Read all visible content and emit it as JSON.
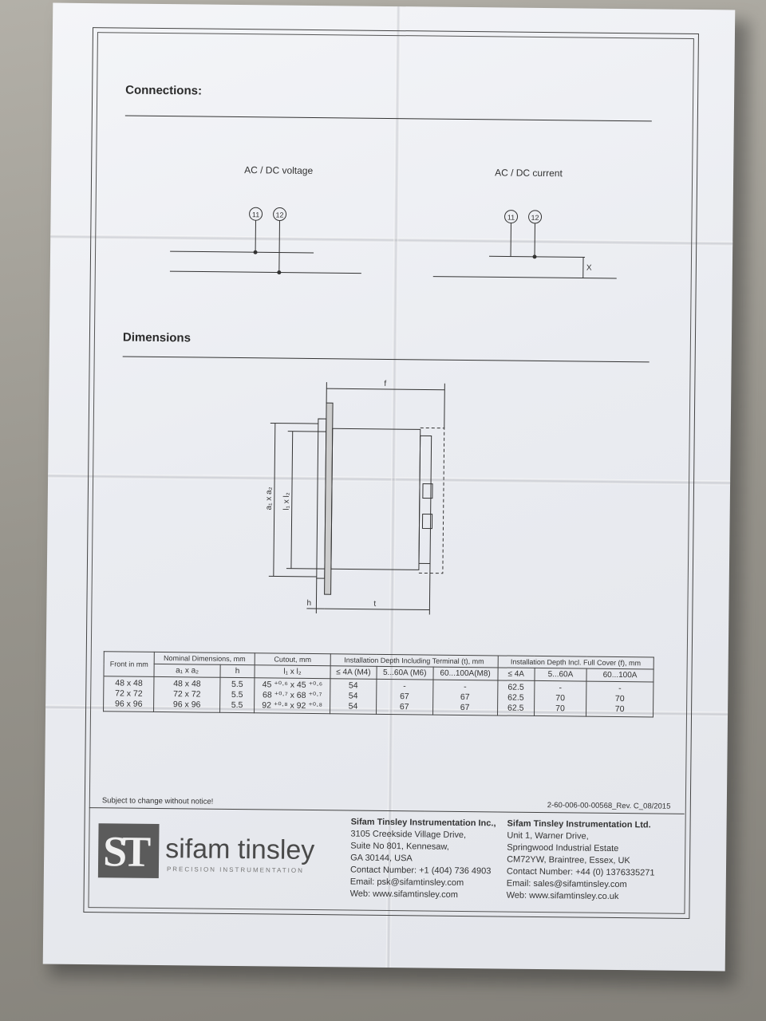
{
  "connections": {
    "title": "Connections:",
    "voltage_label": "AC / DC voltage",
    "current_label": "AC / DC current",
    "terminal_a": "11",
    "terminal_b": "12",
    "x_mark": "X"
  },
  "dimensions": {
    "title": "Dimensions",
    "labels": {
      "f": "f",
      "a": "a₁ x a₂",
      "l": "l₁ x l₂",
      "h": "h",
      "t": "t"
    }
  },
  "table": {
    "headers": {
      "front": "Front in mm",
      "nominal": "Nominal Dimensions, mm",
      "cutout": "Cutout, mm",
      "install_t": "Installation Depth Including Terminal (t), mm",
      "install_f": "Installation Depth Incl. Full Cover (f), mm"
    },
    "subheaders": [
      "a₁ x a₂",
      "h",
      "l₁ x l₂",
      "≤ 4A (M4)",
      "5...60A (M6)",
      "60...100A(M8)",
      "≤ 4A",
      "5...60A",
      "60...100A"
    ],
    "rows": [
      {
        "front": "48 x 48",
        "a": "48 x 48",
        "h": "5.5",
        "l": "45 ⁺⁰·⁶ x 45 ⁺⁰·⁶",
        "t1": "54",
        "t2": "-",
        "t3": "-",
        "f1": "62.5",
        "f2": "-",
        "f3": "-"
      },
      {
        "front": "72 x 72",
        "a": "72 x 72",
        "h": "5.5",
        "l": "68 ⁺⁰·⁷ x 68 ⁺⁰·⁷",
        "t1": "54",
        "t2": "67",
        "t3": "67",
        "f1": "62.5",
        "f2": "70",
        "f3": "70"
      },
      {
        "front": "96 x 96",
        "a": "96 x 96",
        "h": "5.5",
        "l": "92 ⁺⁰·⁸ x 92 ⁺⁰·⁸",
        "t1": "54",
        "t2": "67",
        "t3": "67",
        "f1": "62.5",
        "f2": "70",
        "f3": "70"
      }
    ]
  },
  "footer": {
    "notice": "Subject to change without notice!",
    "doc_number": "2-60-006-00-00568_Rev. C_08/2015",
    "logo_letters": "ST",
    "brand": "sifam tinsley",
    "tagline": "PRECISION INSTRUMENTATION",
    "us_address": [
      "Sifam Tinsley Instrumentation Inc.,",
      "3105 Creekside Village Drive,",
      "Suite No 801, Kennesaw,",
      "GA 30144, USA",
      "Contact Number: +1 (404) 736 4903",
      "Email: psk@sifamtinsley.com",
      "Web: www.sifamtinsley.com"
    ],
    "uk_address": [
      "Sifam Tinsley Instrumentation Ltd.",
      "Unit 1, Warner Drive,",
      "Springwood Industrial Estate",
      "CM72YW, Braintree, Essex, UK",
      "Contact Number: +44 (0) 1376335271",
      "Email: sales@sifamtinsley.com",
      "Web: www.sifamtinsley.co.uk"
    ]
  }
}
